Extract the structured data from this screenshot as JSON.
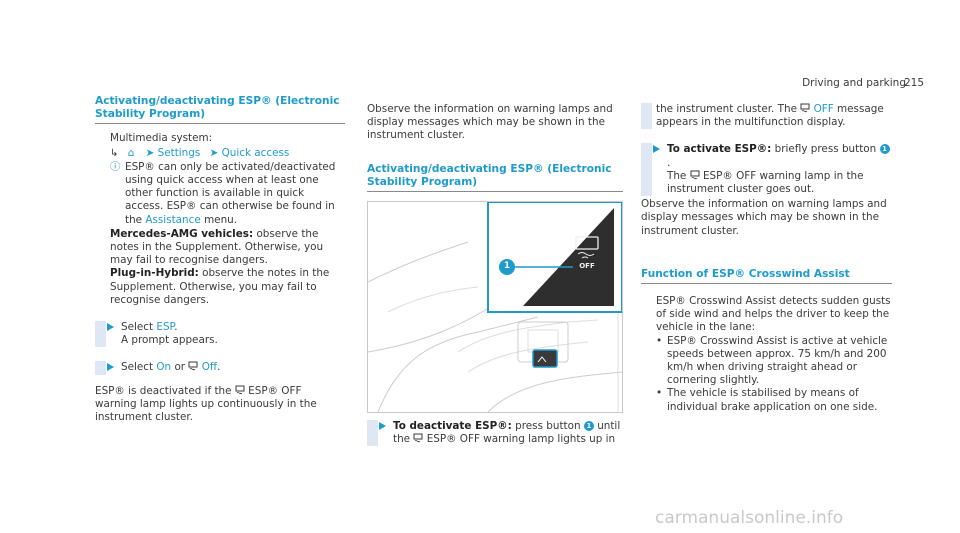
{
  "header": {
    "section": "Driving and parking",
    "page": "215"
  },
  "col1": {
    "heading": "Activating/deactivating ESP® (Electronic Stability Program)",
    "multimedia": "Multimedia system:",
    "path_settings": "Settings",
    "path_quick": "Quick access",
    "note_a": "ESP® can only be activated/deactivated using quick access when at least one other function is available in quick access. ESP® can otherwise be found in the",
    "note_link": "Assistance",
    "note_b": "menu.",
    "amg_label": "Mercedes-AMG vehicles:",
    "amg_text": "observe the notes in the Supplement. Otherwise, you may fail to recognise dangers.",
    "hybrid_label": "Plug-in-Hybrid:",
    "hybrid_text": "observe the notes in the Supplement. Otherwise, you may fail to recognise dangers.",
    "step1_a": "Select",
    "step1_b": "ESP",
    "step1_c": "A prompt appears.",
    "step2_a": "Select",
    "step2_on": "On",
    "step2_or": "or",
    "step2_off": "Off",
    "para_a": "ESP® is deactivated if the",
    "para_b": "ESP® OFF warning lamp lights up continuously in the instrument cluster."
  },
  "col2": {
    "intro": "Observe the information on warning lamps and display messages which may be shown in the instrument cluster.",
    "heading": "Activating/deactivating ESP® (Electronic Stability Program)",
    "figure_callout": "1",
    "figure_label": "OFF",
    "step_label": "To deactivate ESP®:",
    "step_a": "press button",
    "step_b": "until the",
    "step_c": "ESP® OFF warning lamp lights up in"
  },
  "col3": {
    "cont_a": "the instrument cluster. The",
    "cont_off": "OFF",
    "cont_b": "message appears in the multifunction display.",
    "step_label": "To activate ESP®:",
    "step_a": "briefly press button",
    "step_b": "The",
    "step_c": "ESP® OFF warning lamp in the instrument cluster goes out.",
    "observe": "Observe the information on warning lamps and display messages which may be shown in the instrument cluster.",
    "heading": "Function of ESP® Crosswind Assist",
    "cw_intro": "ESP® Crosswind Assist detects sudden gusts of side wind and helps the driver to keep the vehicle in the lane:",
    "bullets": [
      "ESP® Crosswind Assist is active at vehicle speeds between approx. 75 km/h and 200 km/h when driving straight ahead or cornering slightly.",
      "The vehicle is stabilised by means of individual brake application on one side."
    ]
  },
  "footer": {
    "watermark": "carmanualsonline.info"
  }
}
